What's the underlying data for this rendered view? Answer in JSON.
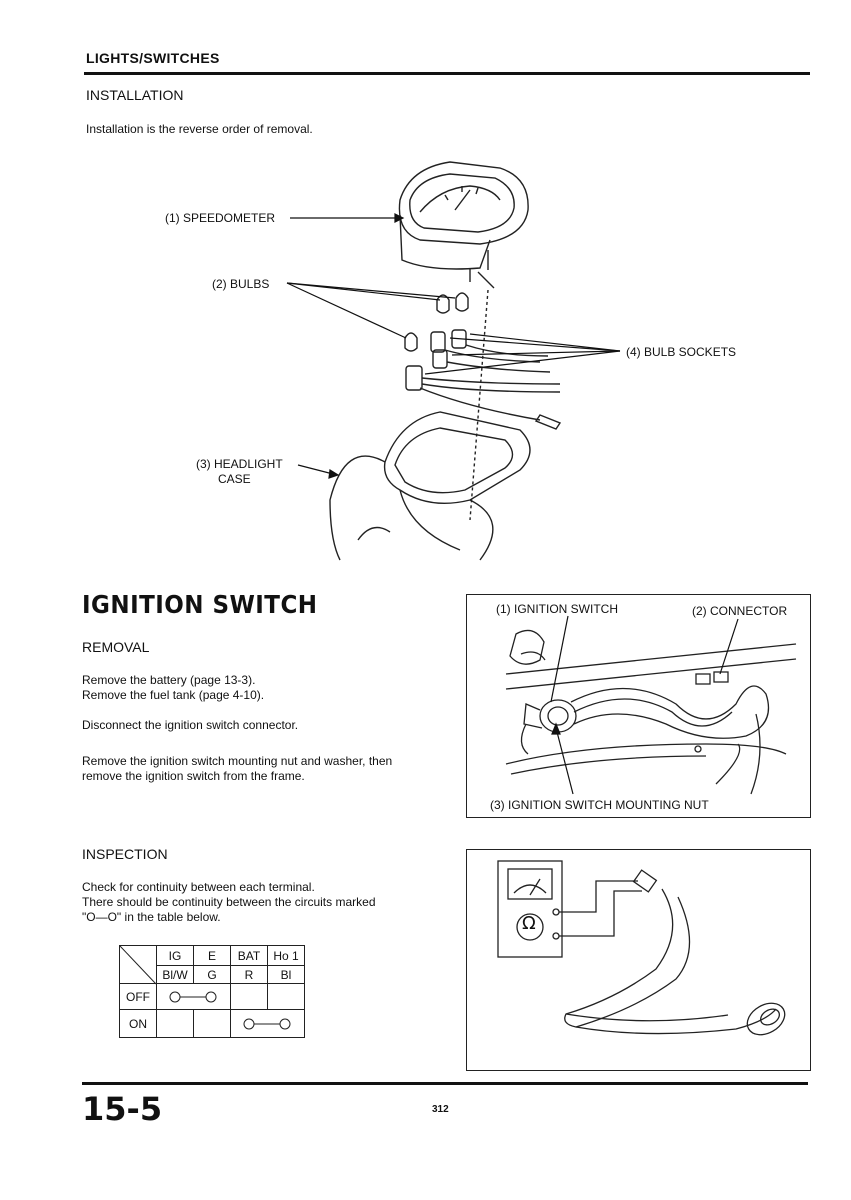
{
  "header": {
    "section_title": "LIGHTS/SWITCHES"
  },
  "installation": {
    "heading": "INSTALLATION",
    "text": "Installation is the reverse order of removal.",
    "callouts": {
      "speedometer": "(1) SPEEDOMETER",
      "bulbs": "(2) BULBS",
      "bulb_sockets": "(4) BULB SOCKETS",
      "headlight_line1": "(3) HEADLIGHT",
      "headlight_line2": "CASE"
    }
  },
  "ignition": {
    "title": "IGNITION SWITCH",
    "removal_heading": "REMOVAL",
    "removal_p1_line1": "Remove the battery (page 13-3).",
    "removal_p1_line2": "Remove the fuel tank (page 4-10).",
    "removal_p2": "Disconnect the ignition switch connector.",
    "removal_p3_line1": "Remove the ignition switch mounting nut and washer, then",
    "removal_p3_line2": "remove the ignition switch from the frame.",
    "figure_callouts": {
      "switch": "(1) IGNITION SWITCH",
      "connector": "(2) CONNECTOR",
      "nut": "(3) IGNITION SWITCH MOUNTING NUT"
    },
    "inspection_heading": "INSPECTION",
    "inspection_line1": "Check for continuity between each terminal.",
    "inspection_line2": "There should be continuity between the circuits marked",
    "inspection_line3": "\"O—O\" in the table below."
  },
  "continuity_table": {
    "columns": [
      "IG",
      "E",
      "BAT",
      "Ho 1"
    ],
    "wire_colors": [
      "Bl/W",
      "G",
      "R",
      "Bl"
    ],
    "rows": [
      {
        "label": "OFF",
        "connected": [
          "IG",
          "E"
        ]
      },
      {
        "label": "ON",
        "connected": [
          "BAT",
          "Ho 1"
        ]
      }
    ]
  },
  "meter": {
    "symbol": "Ω"
  },
  "footer": {
    "page_code": "15-5",
    "page_number": "312"
  }
}
